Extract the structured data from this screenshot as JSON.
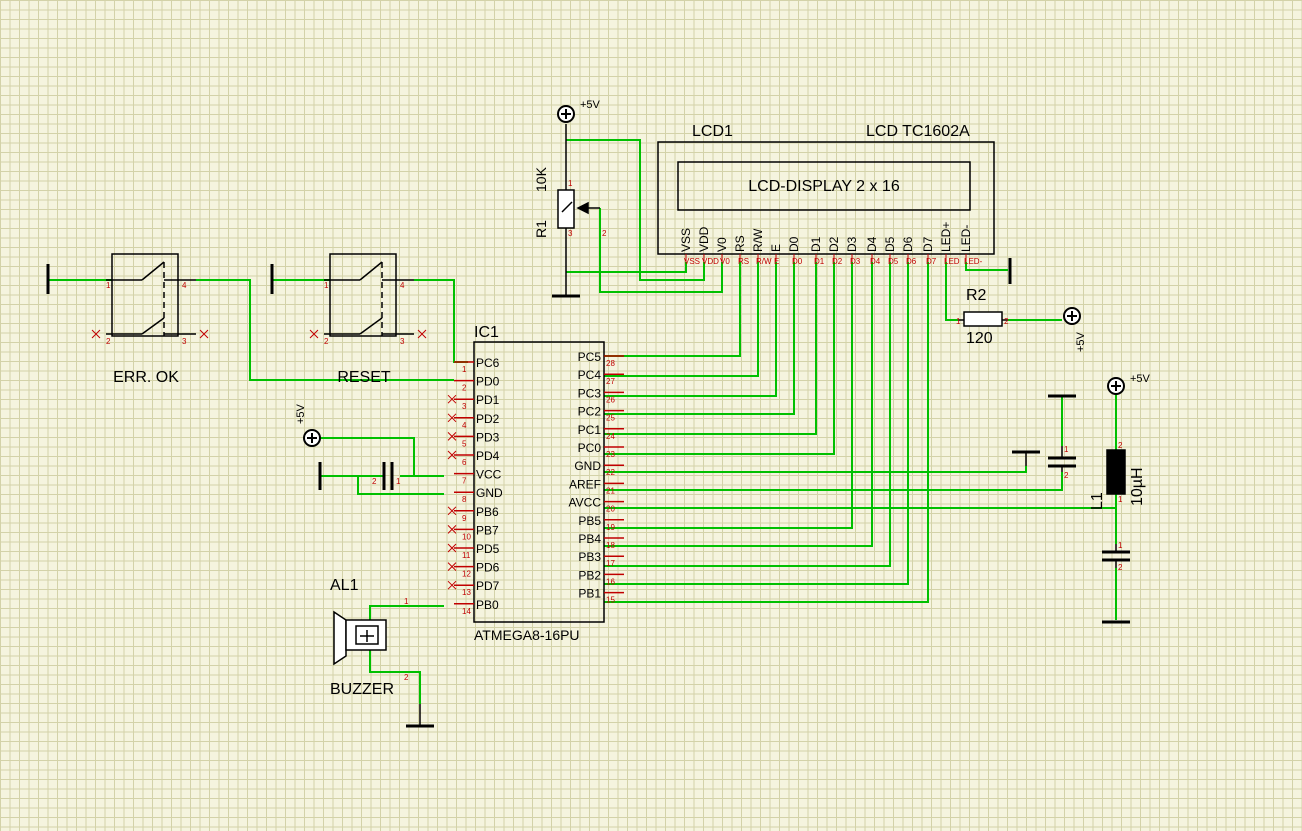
{
  "lcd": {
    "ref": "LCD1",
    "model": "LCD TC1602A",
    "display_text": "LCD-DISPLAY 2 x 16",
    "pins_vertical": [
      "VSS",
      "VDD",
      "V0",
      "RS",
      "R/W",
      "E",
      "D0",
      "D1",
      "D2",
      "D3",
      "D4",
      "D5",
      "D6",
      "D7",
      "LED+",
      "LED-"
    ],
    "pins_bottom": [
      "VSS",
      "VDD",
      "V0",
      "RS",
      "R/W",
      "E",
      "D0",
      "D1",
      "D2",
      "D3",
      "D4",
      "D5",
      "D6",
      "D7",
      "LED",
      "LED-"
    ]
  },
  "r1": {
    "ref": "R1",
    "value": "10K",
    "pins": [
      "1",
      "2",
      "3"
    ]
  },
  "r2": {
    "ref": "R2",
    "value": "120",
    "pins": [
      "1",
      "2"
    ]
  },
  "ic1": {
    "ref": "IC1",
    "part": "ATMEGA8-16PU",
    "left_pins": [
      {
        "name": "PC6",
        "num": "1"
      },
      {
        "name": "PD0",
        "num": "2"
      },
      {
        "name": "PD1",
        "num": "3"
      },
      {
        "name": "PD2",
        "num": "4"
      },
      {
        "name": "PD3",
        "num": "5"
      },
      {
        "name": "PD4",
        "num": "6"
      },
      {
        "name": "VCC",
        "num": "7"
      },
      {
        "name": "GND",
        "num": "8"
      },
      {
        "name": "PB6",
        "num": "9"
      },
      {
        "name": "PB7",
        "num": "10"
      },
      {
        "name": "PD5",
        "num": "11"
      },
      {
        "name": "PD6",
        "num": "12"
      },
      {
        "name": "PD7",
        "num": "13"
      },
      {
        "name": "PB0",
        "num": "14"
      }
    ],
    "right_pins": [
      {
        "name": "PC5",
        "num": "28"
      },
      {
        "name": "PC4",
        "num": "27"
      },
      {
        "name": "PC3",
        "num": "26"
      },
      {
        "name": "PC2",
        "num": "25"
      },
      {
        "name": "PC1",
        "num": "24"
      },
      {
        "name": "PC0",
        "num": "23"
      },
      {
        "name": "GND",
        "num": "22"
      },
      {
        "name": "AREF",
        "num": "21"
      },
      {
        "name": "AVCC",
        "num": "20"
      },
      {
        "name": "PB5",
        "num": "19"
      },
      {
        "name": "PB4",
        "num": "18"
      },
      {
        "name": "PB3",
        "num": "17"
      },
      {
        "name": "PB2",
        "num": "16"
      },
      {
        "name": "PB1",
        "num": "15"
      }
    ]
  },
  "switches": [
    {
      "label": "ERR. OK",
      "pins": [
        "1",
        "4",
        "2",
        "3"
      ]
    },
    {
      "label": "RESET",
      "pins": [
        "1",
        "4",
        "2",
        "3"
      ]
    }
  ],
  "buzzer": {
    "ref": "AL1",
    "label": "BUZZER",
    "pins": [
      "1",
      "2"
    ]
  },
  "inductor": {
    "ref": "L1",
    "value": "10µH",
    "pins": [
      "2",
      "1"
    ]
  },
  "cap_pins": [
    "1",
    "2"
  ],
  "supply": {
    "plus5v": "+5V"
  },
  "colors": {
    "wire": "#00c000",
    "component": "#000000",
    "pin_number": "#c00000",
    "background": "#f5f4de",
    "grid": "#d3d2a8"
  }
}
